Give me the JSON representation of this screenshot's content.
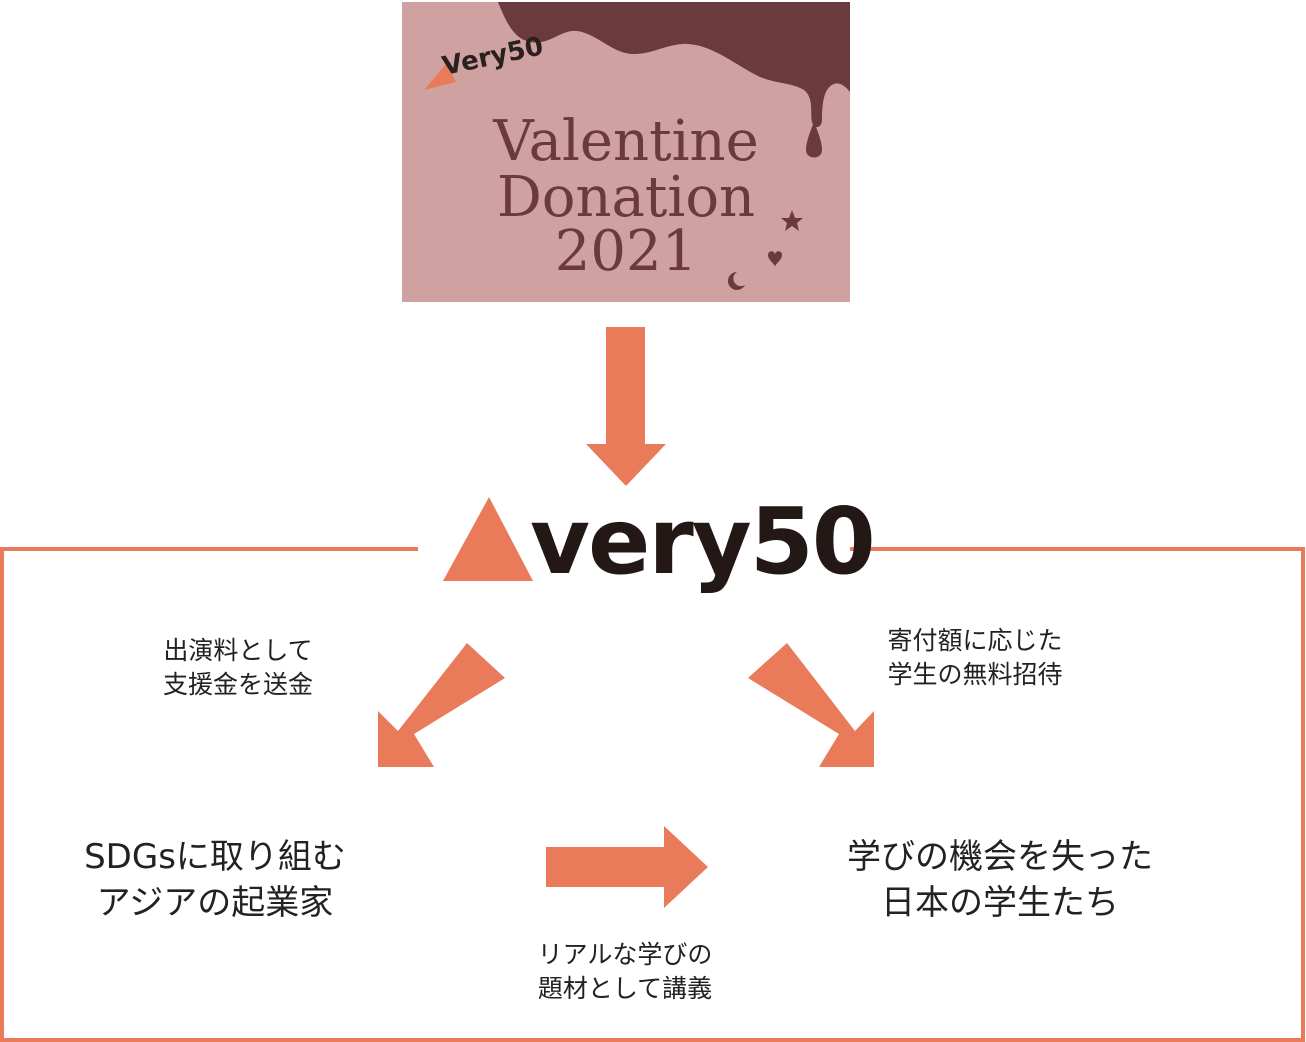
{
  "colors": {
    "accent": "#e97a5a",
    "banner_bg": "#d0a1a1",
    "chocolate": "#6b3a3c",
    "logo_text": "#231815"
  },
  "banner": {
    "logo_text": "Very50",
    "title_line1": "Valentine",
    "title_line2": "Donation",
    "title_line3": "2021"
  },
  "main_logo": {
    "text": "very50"
  },
  "labels": {
    "left_arrow_line1": "出演料として",
    "left_arrow_line2": "支援金を送金",
    "right_arrow_line1": "寄付額に応じた",
    "right_arrow_line2": "学生の無料招待",
    "entrepreneurs_line1": "SDGsに取り組む",
    "entrepreneurs_line2": "アジアの起業家",
    "students_line1": "学びの機会を失った",
    "students_line2": "日本の学生たち",
    "bottom_line1": "リアルな学びの",
    "bottom_line2": "題材として講義"
  }
}
